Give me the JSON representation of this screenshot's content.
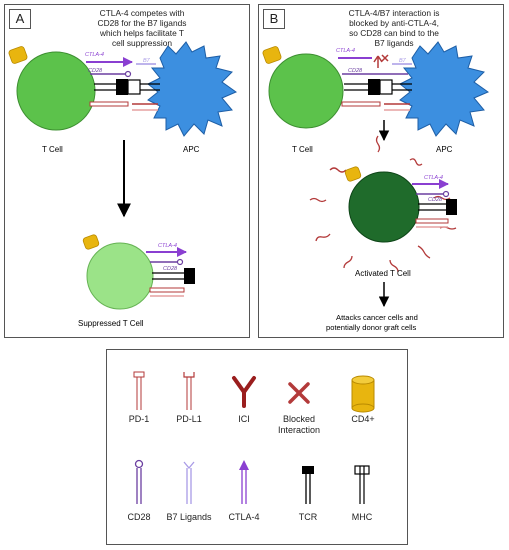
{
  "panel_a": {
    "label": "A",
    "caption": [
      "CTLA-4 competes with",
      "CD28 for the B7 ligands",
      "which helps facilitate T",
      "cell suppression"
    ],
    "t_cell": "T Cell",
    "apc": "APC",
    "suppressed": "Suppressed T Cell",
    "receptors": {
      "ctla4": "CTLA-4",
      "b7": "B7",
      "cd28": "CD28"
    }
  },
  "panel_b": {
    "label": "B",
    "caption": [
      "CTLA-4/B7 interaction is",
      "blocked by anti-CTLA-4,",
      "so CD28 can bind to the",
      "B7 ligands"
    ],
    "t_cell": "T Cell",
    "apc": "APC",
    "activated": "Activated T Cell",
    "outcome": [
      "Attacks cancer cells and",
      "potentially donor graft cells"
    ],
    "receptors": {
      "ctla4": "CTLA-4",
      "b7": "B7",
      "cd28": "CD28"
    }
  },
  "legend": {
    "items": [
      {
        "key": "pd1",
        "label": "PD-1"
      },
      {
        "key": "pdl1",
        "label": "PD-L1"
      },
      {
        "key": "ici",
        "label": "ICI"
      },
      {
        "key": "blocked",
        "label_lines": [
          "Blocked",
          "Interaction"
        ]
      },
      {
        "key": "cd4",
        "label": "CD4+"
      },
      {
        "key": "cd28",
        "label": "CD28"
      },
      {
        "key": "b7",
        "label": "B7 Ligands"
      },
      {
        "key": "ctla4",
        "label": "CTLA-4"
      },
      {
        "key": "tcr",
        "label": "TCR"
      },
      {
        "key": "mhc",
        "label": "MHC"
      }
    ]
  },
  "colors": {
    "tcell_green": "#5cc24b",
    "suppressed_green": "#9be388",
    "activated_green": "#1f6b2b",
    "apc_blue": "#3c8fe0",
    "ctla4_purple": "#8a3fd1",
    "cd28_purple": "#6b3fa0",
    "b7_lavender": "#a99be6",
    "pd_red": "#b33a3a",
    "cd4_yellow": "#e8b50f",
    "tcr_black": "#000000"
  }
}
